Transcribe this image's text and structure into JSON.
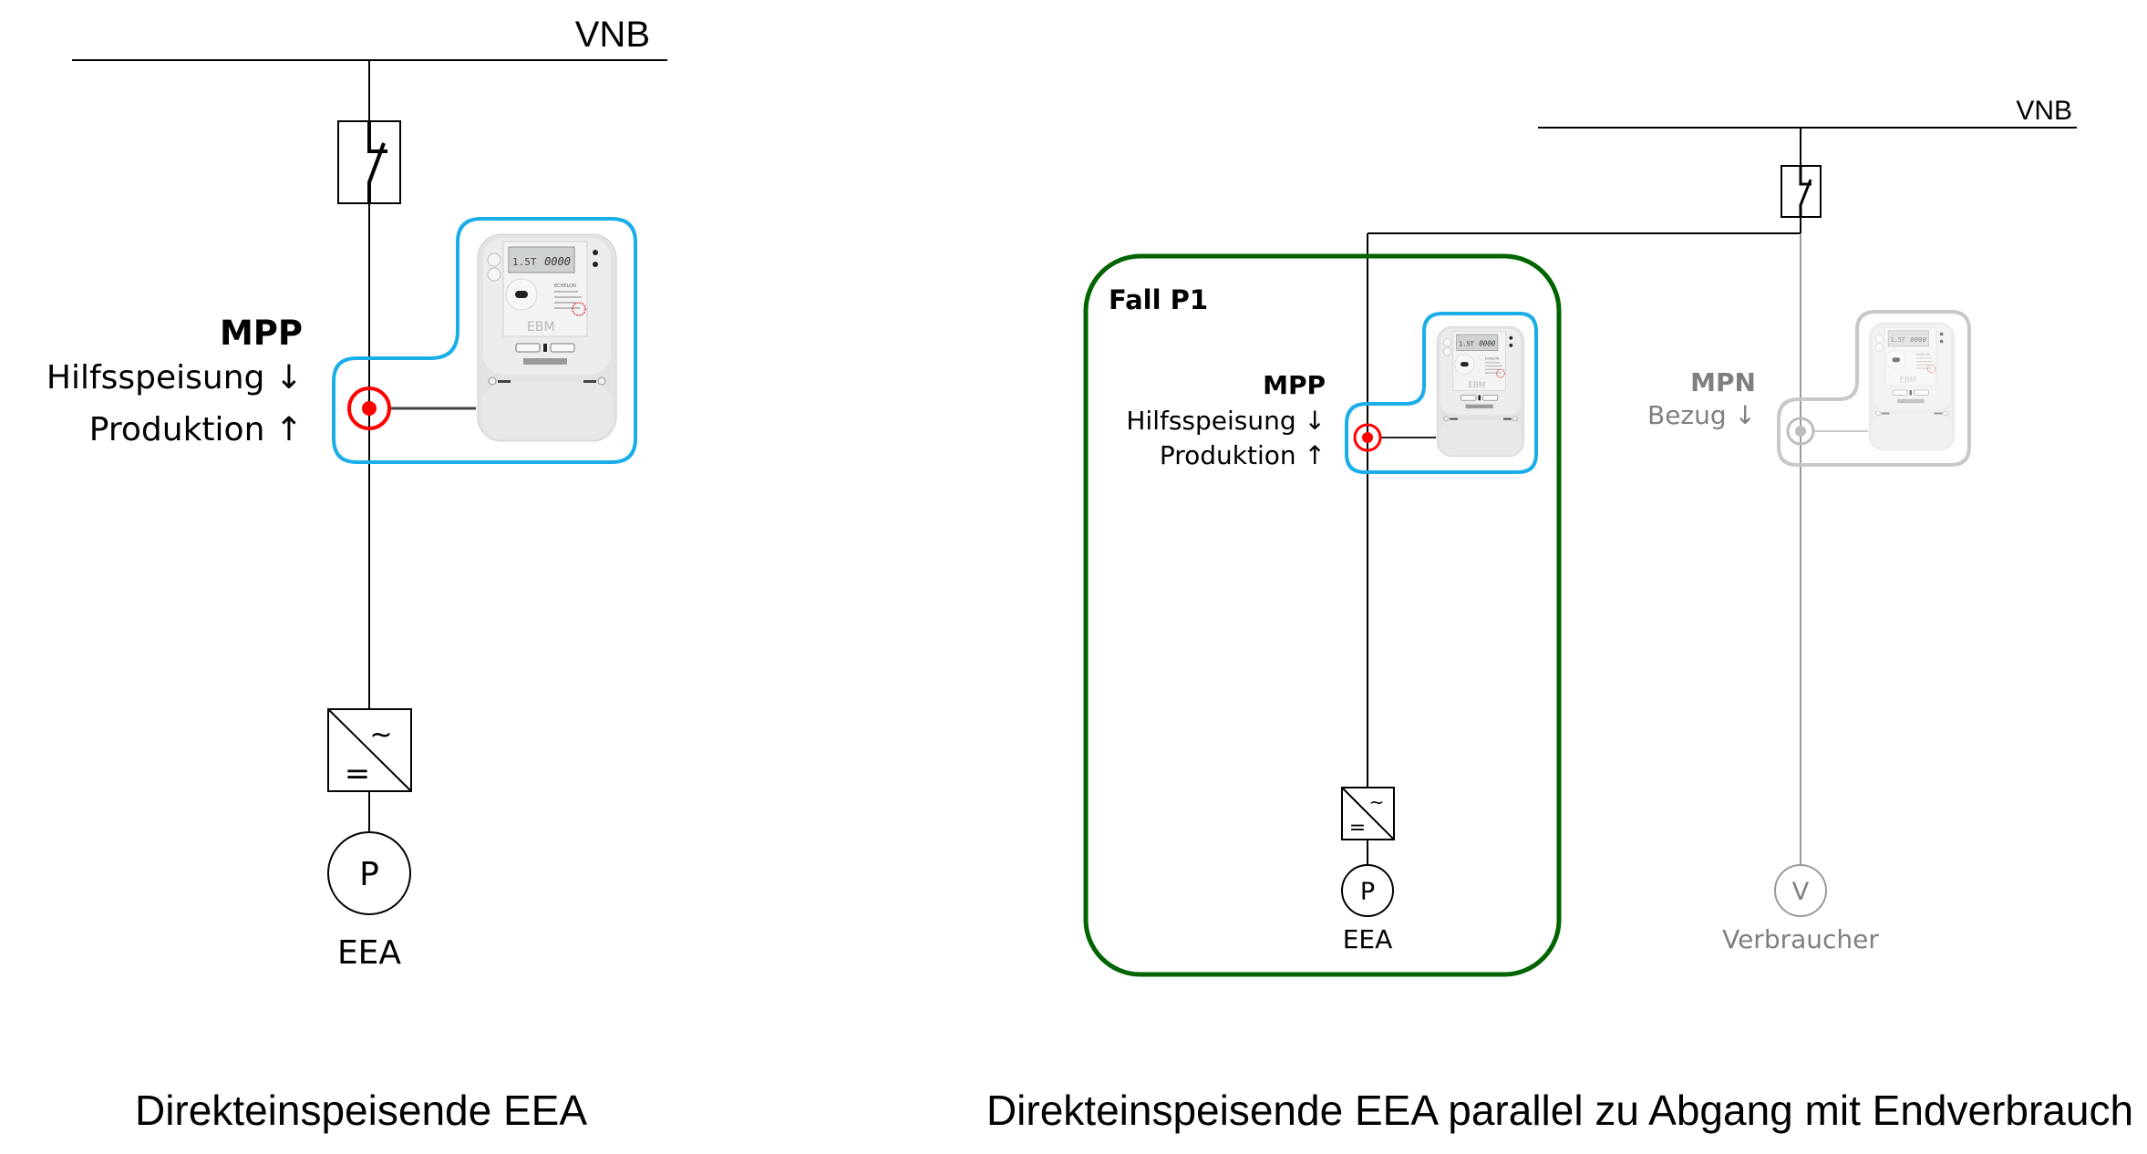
{
  "colors": {
    "meter_outline_active": "#1aaee8",
    "meter_outline_inactive": "#c8c8c8",
    "measuring_point_active": "#ff0000",
    "measuring_point_inactive": "#bdbdbd",
    "case_frame": "#006400",
    "inactive_text": "#7f7f7f"
  },
  "meter": {
    "lcd_left": "1.5T",
    "lcd_right": "0000",
    "brand": "EBM",
    "maker": "ECHELON"
  },
  "left_diagram": {
    "grid_label": "VNB",
    "measuring_point": {
      "title": "MPP",
      "line1": "Hilfsspeisung ↓",
      "line2": "Produktion ↑"
    },
    "inverter": {
      "ac_symbol": "~",
      "dc_symbol": "="
    },
    "generator": {
      "symbol": "P",
      "label": "EEA"
    },
    "caption": "Direkteinspeisende EEA"
  },
  "right_diagram": {
    "grid_label": "VNB",
    "case_label": "Fall P1",
    "production_point": {
      "title": "MPP",
      "line1": "Hilfsspeisung ↓",
      "line2": "Produktion ↑"
    },
    "consumption_point": {
      "title": "MPN",
      "line1": "Bezug ↓"
    },
    "inverter": {
      "ac_symbol": "~",
      "dc_symbol": "="
    },
    "generator": {
      "symbol": "P",
      "label": "EEA"
    },
    "consumer": {
      "symbol": "V",
      "label": "Verbraucher"
    },
    "caption": "Direkteinspeisende EEA parallel zu Abgang mit Endverbrauch"
  }
}
